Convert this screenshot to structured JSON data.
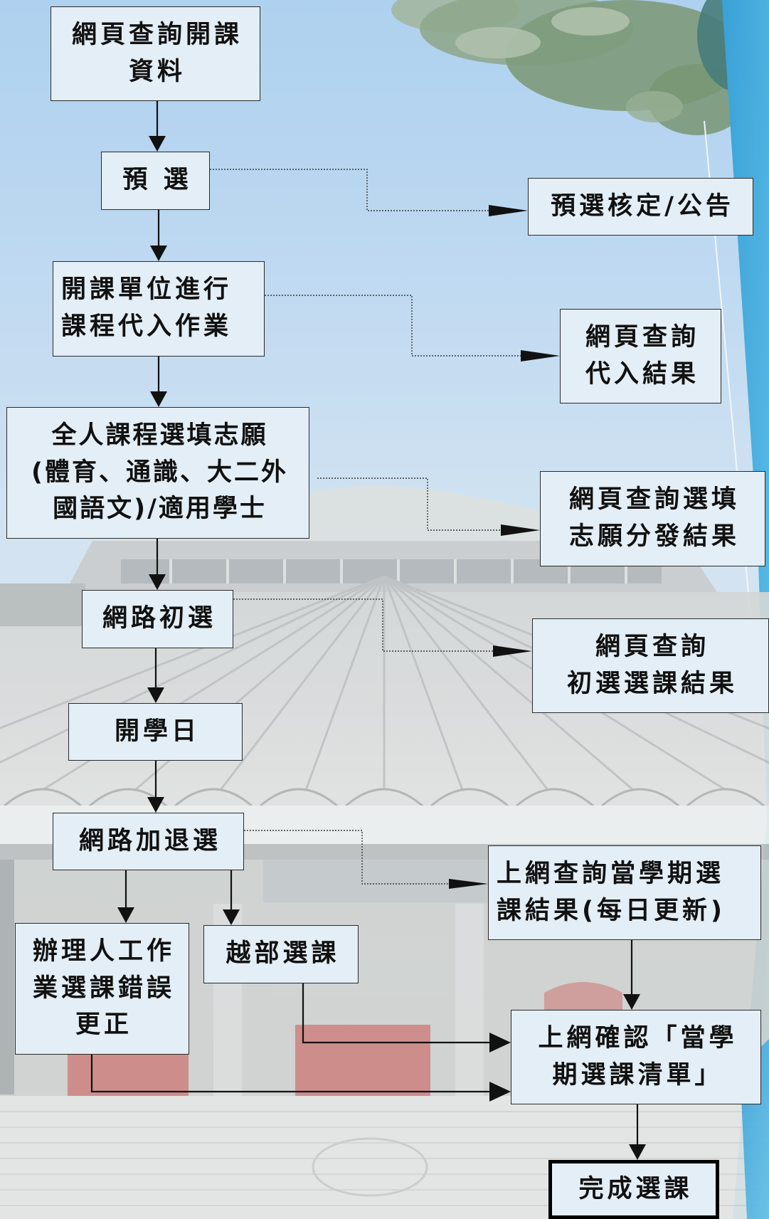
{
  "nodes": {
    "query_course_data": {
      "lines": [
        "網頁查詢開課",
        "資料"
      ]
    },
    "preselection": {
      "lines": [
        "預 選"
      ]
    },
    "preselection_approval": {
      "lines": [
        "預選核定/公告"
      ]
    },
    "unit_course_import": {
      "lines": [
        "開課單位進行",
        "課程代入作業"
      ]
    },
    "query_import_result": {
      "lines": [
        "網頁查詢",
        "代入結果"
      ]
    },
    "preference_selection": {
      "lines": [
        "全人課程選填志願",
        "(體育、通識、大二外",
        "國語文)/適用學士"
      ]
    },
    "query_preference_result": {
      "lines": [
        "網頁查詢選填",
        "志願分發結果"
      ]
    },
    "online_initial_selection": {
      "lines": [
        "網路初選"
      ]
    },
    "query_initial_result": {
      "lines": [
        "網頁查詢",
        "初選選課結果"
      ]
    },
    "semester_start": {
      "lines": [
        "開學日"
      ]
    },
    "online_add_drop": {
      "lines": [
        "網路加退選"
      ]
    },
    "query_semester_result": {
      "lines": [
        "上網查詢當學期選",
        "課結果(每日更新)"
      ]
    },
    "manual_error_correction": {
      "lines": [
        "辦理人工作",
        "業選課錯誤",
        "更正"
      ]
    },
    "cross_division_selection": {
      "lines": [
        "越部選課"
      ]
    },
    "confirm_course_list": {
      "lines": [
        "上網確認「當學",
        "期選課清單」"
      ]
    },
    "selection_complete": {
      "lines": [
        "完成選課"
      ]
    }
  },
  "colors": {
    "box_fill": "#e3eef6",
    "box_border": "#2b2b2b",
    "text": "#111111",
    "arrow": "#111111",
    "dotted": "#3a3a3a",
    "final_border": "#000000"
  }
}
